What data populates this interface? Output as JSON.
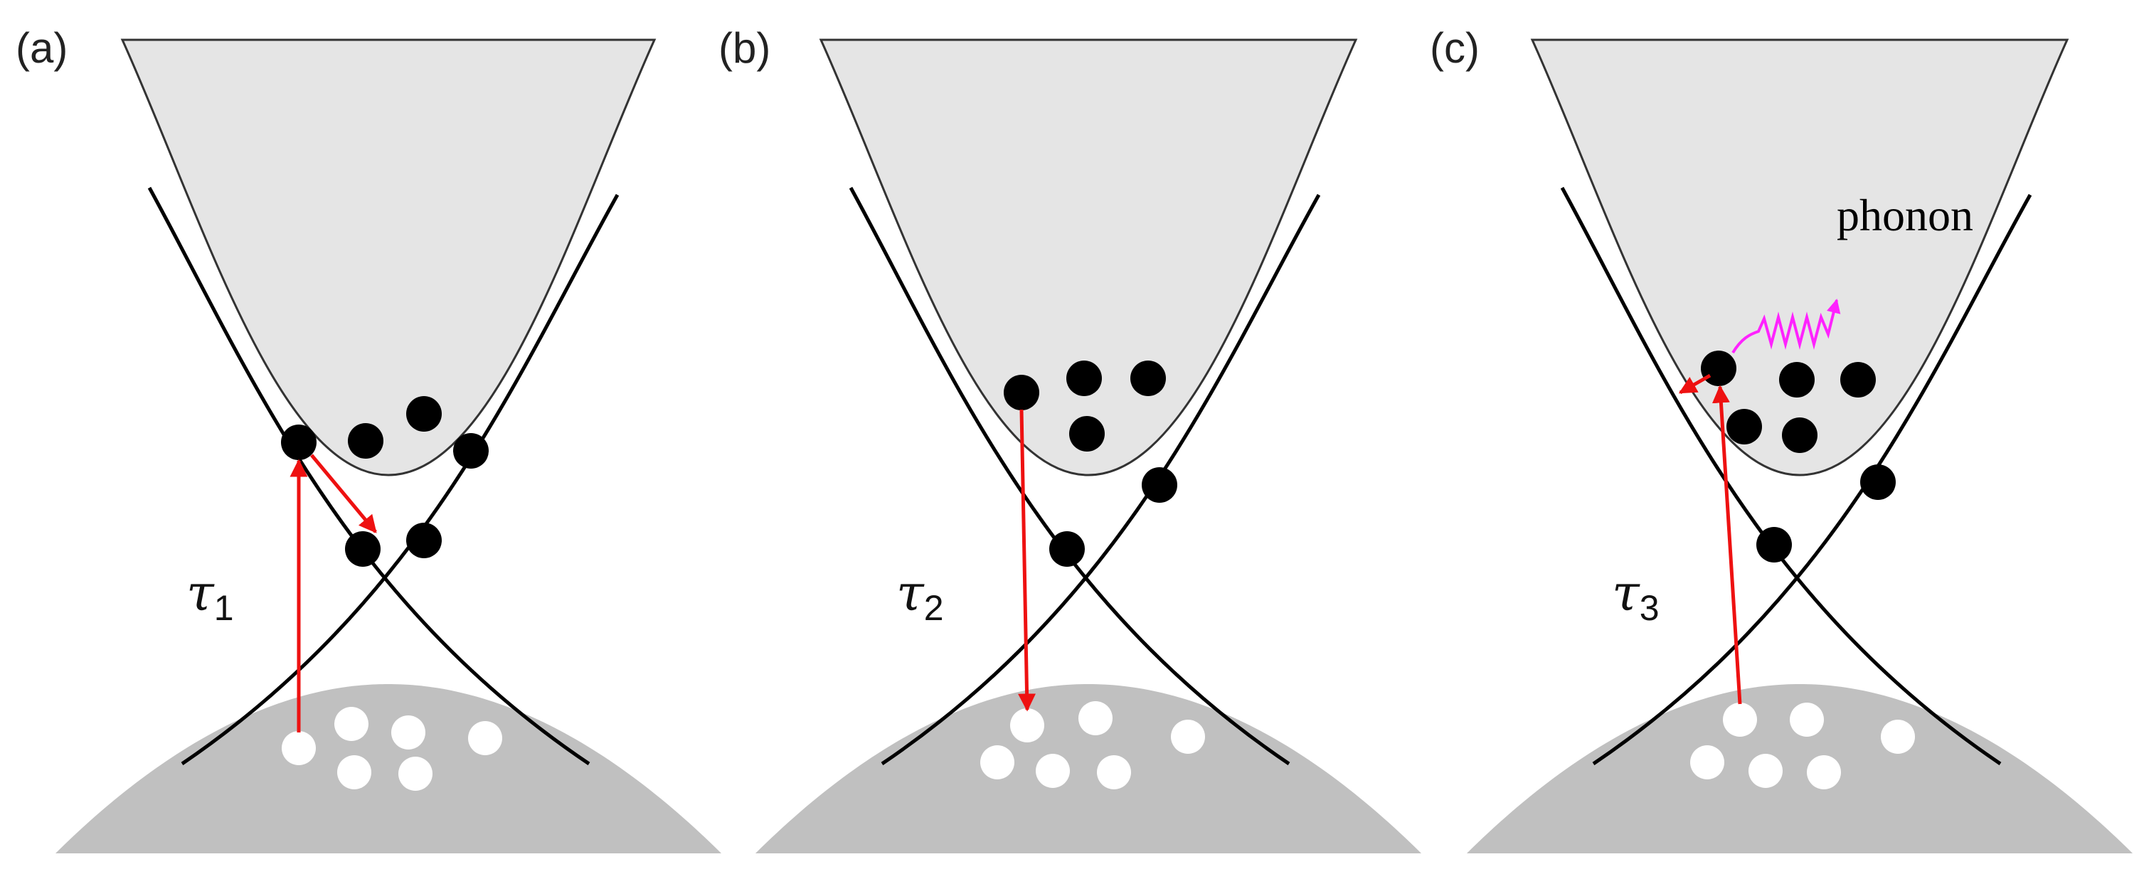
{
  "panels": [
    {
      "label": "(a)",
      "tau": "τ",
      "tau_sub": "1",
      "electrons_conduction": 3,
      "electrons_dirac": 3,
      "holes_valence": 6,
      "process": "excitation and intraband relaxation to Dirac cone"
    },
    {
      "label": "(b)",
      "tau": "τ",
      "tau_sub": "2",
      "electrons_conduction": 4,
      "electrons_dirac": 2,
      "holes_valence": 6,
      "process": "recombination from conduction band to valence band"
    },
    {
      "label": "(c)",
      "tau": "τ",
      "tau_sub": "3",
      "electrons_conduction": 5,
      "electrons_dirac": 2,
      "holes_valence": 6,
      "process": "phonon emission and relaxation",
      "phonon_label": "phonon"
    }
  ],
  "colors": {
    "conduction_band_fill": "#e5e5e5",
    "valence_band_fill": "#c0c0c0",
    "band_edge": "#333333",
    "dirac_lines": "#000000",
    "electron": "#000000",
    "hole": "#ffffff",
    "transition_arrow": "#ee1111",
    "phonon": "#ff22ff"
  }
}
